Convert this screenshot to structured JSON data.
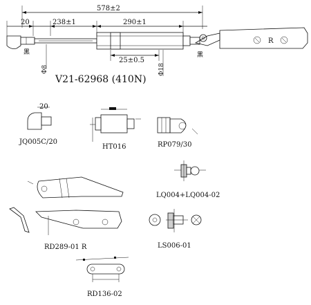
{
  "main_assembly": {
    "overall_length": "578±2",
    "left_tip_dim": "20",
    "body_dim": "238±1",
    "rod_dim": "290±1",
    "stroke_dim": "25±0.5",
    "diameter_left": "Φ8",
    "diameter_right": "Φ18",
    "end_left_color": "黑",
    "end_right_color": "黑",
    "bracket_mark": "R",
    "model": "V21-62968 (410N)"
  },
  "parts": {
    "jq005c": {
      "label": "JQ005C/20",
      "dim": "20"
    },
    "ht016": {
      "label": "HT016"
    },
    "rp079": {
      "label": "RP079/30"
    },
    "lq004": {
      "label": "LQ004+LQ004-02"
    },
    "rd289": {
      "label": "RD289-01 R"
    },
    "ls006": {
      "label": "LS006-01"
    },
    "rd136": {
      "label": "RD136-02"
    }
  }
}
